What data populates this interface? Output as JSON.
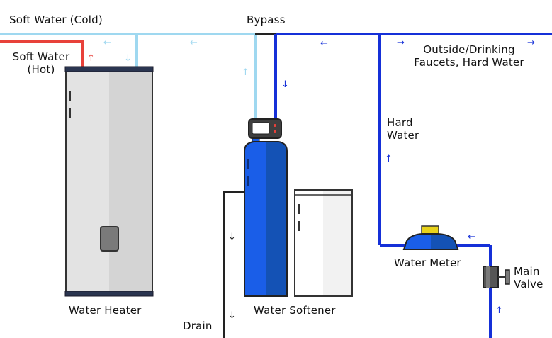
{
  "labels": {
    "soft_water_cold": "Soft Water (Cold)",
    "bypass": "Bypass",
    "soft_water_hot": [
      "Soft Water",
      "(Hot)"
    ],
    "outside_faucets": [
      "Outside/Drinking",
      "Faucets, Hard Water"
    ],
    "hard_water": [
      "Hard",
      "Water"
    ],
    "water_heater": "Water Heater",
    "water_softener": "Water Softener",
    "drain": "Drain",
    "water_meter": "Water Meter",
    "main_valve": [
      "Main",
      "Valve"
    ]
  },
  "colors": {
    "soft_water_pipe": "#9fd8f0",
    "hard_water_pipe": "#1530d8",
    "hot_water_pipe": "#e8413a",
    "drain_pipe": "#222222",
    "softener_tank": "#1a5ee8",
    "water_meter_dial": "#e8d21a"
  }
}
